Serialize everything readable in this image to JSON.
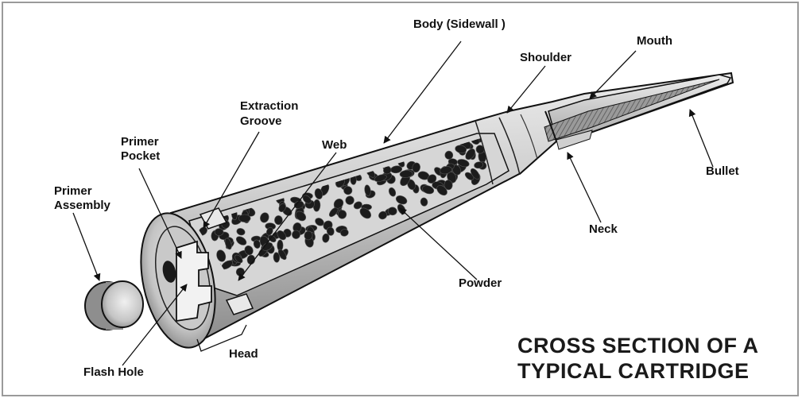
{
  "diagram": {
    "title": {
      "line1": "CROSS SECTION OF A",
      "line2": "TYPICAL CARTRIDGE"
    },
    "labels": {
      "body": "Body (Sidewall )",
      "mouth": "Mouth",
      "shoulder": "Shoulder",
      "extraction_groove_1": "Extraction",
      "extraction_groove_2": "Groove",
      "primer_pocket_1": "Primer",
      "primer_pocket_2": "Pocket",
      "web": "Web",
      "primer_assembly_1": "Primer",
      "primer_assembly_2": "Assembly",
      "bullet": "Bullet",
      "neck": "Neck",
      "powder": "Powder",
      "head": "Head",
      "flash_hole": "Flash Hole"
    },
    "colors": {
      "ink": "#111111",
      "frame": "#9a9a9a",
      "metal_light": "#e6e6e6",
      "metal_mid": "#bdbdbd",
      "metal_dark": "#7a7a7a",
      "powder": "#1c1c1c"
    }
  }
}
